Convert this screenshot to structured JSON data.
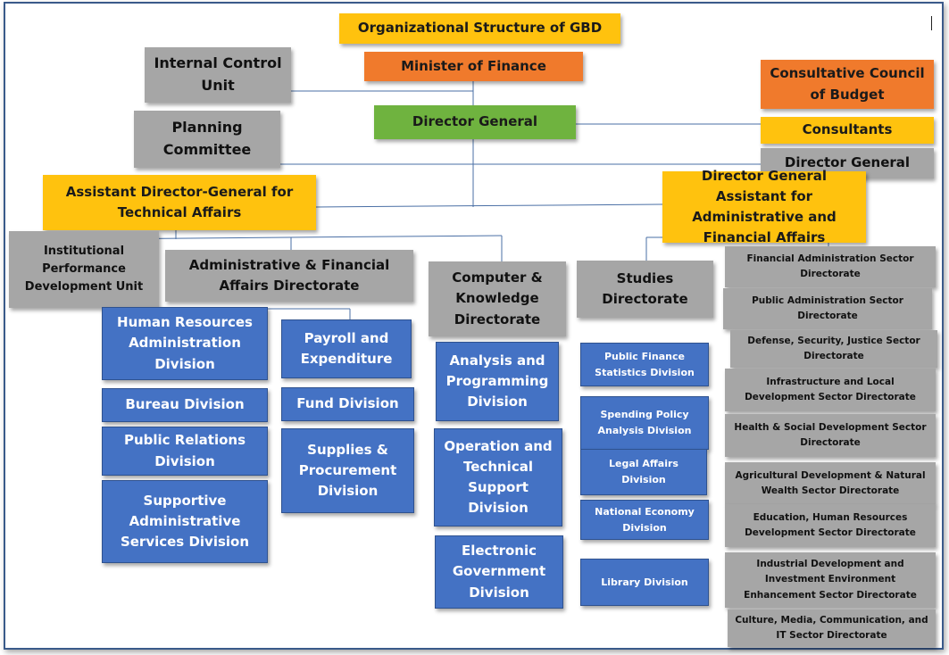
{
  "diagram": {
    "title": "Organizational Structure of GBD",
    "nodes": {
      "minister": "Minister of Finance",
      "internal_control": "Internal Control Unit",
      "planning": "Planning Committee",
      "director_general": "Director General",
      "consultative_council": "Consultative Council of Budget",
      "consultants": "Consultants",
      "director_general_right": "Director General",
      "adg_technical": "Assistant Director-General for Technical Affairs",
      "dga_admin": "Director General Assistant for Administrative and Financial Affairs",
      "institutional": "Institutional Performance Development Unit",
      "admin_fin_dir": "Administrative & Financial Affairs Directorate",
      "computer_dir": "Computer & Knowledge Directorate",
      "studies_dir": "Studies Directorate",
      "hr_division": "Human Resources Administration Division",
      "bureau_division": "Bureau Division",
      "pr_division": "Public Relations Division",
      "supportive_division": "Supportive Administrative Services Division",
      "payroll_division": "Payroll and Expenditure",
      "fund_division": "Fund Division",
      "supplies_division": "Supplies & Procurement Division",
      "analysis_division": "Analysis and Programming Division",
      "operation_division": "Operation and Technical Support Division",
      "egov_division": "Electronic Government Division",
      "pfs_division": "Public Finance Statistics Division",
      "spending_division": "Spending Policy Analysis Division",
      "legal_division": "Legal Affairs Division",
      "national_economy_division": "National Economy Division",
      "library_division": "Library Division",
      "sector_financial": "Financial Administration Sector Directorate",
      "sector_public_admin": "Public Administration Sector Directorate",
      "sector_defense": "Defense, Security, Justice Sector Directorate",
      "sector_infrastructure": "Infrastructure and Local Development Sector Directorate",
      "sector_health": "Health & Social Development Sector Directorate",
      "sector_agriculture": "Agricultural Development & Natural Wealth Sector Directorate",
      "sector_education": "Education, Human Resources Development Sector Directorate",
      "sector_industrial": "Industrial Development and Investment Environment Enhancement Sector Directorate",
      "sector_culture": "Culture, Media, Communication, and IT Sector Directorate"
    },
    "colors": {
      "title": "#ffc20e",
      "minister": "#f07a2c",
      "director_general": "#6fb33f",
      "unit": "#a6a6a6",
      "division": "#4472c4",
      "connector": "#4a6fa5"
    }
  }
}
